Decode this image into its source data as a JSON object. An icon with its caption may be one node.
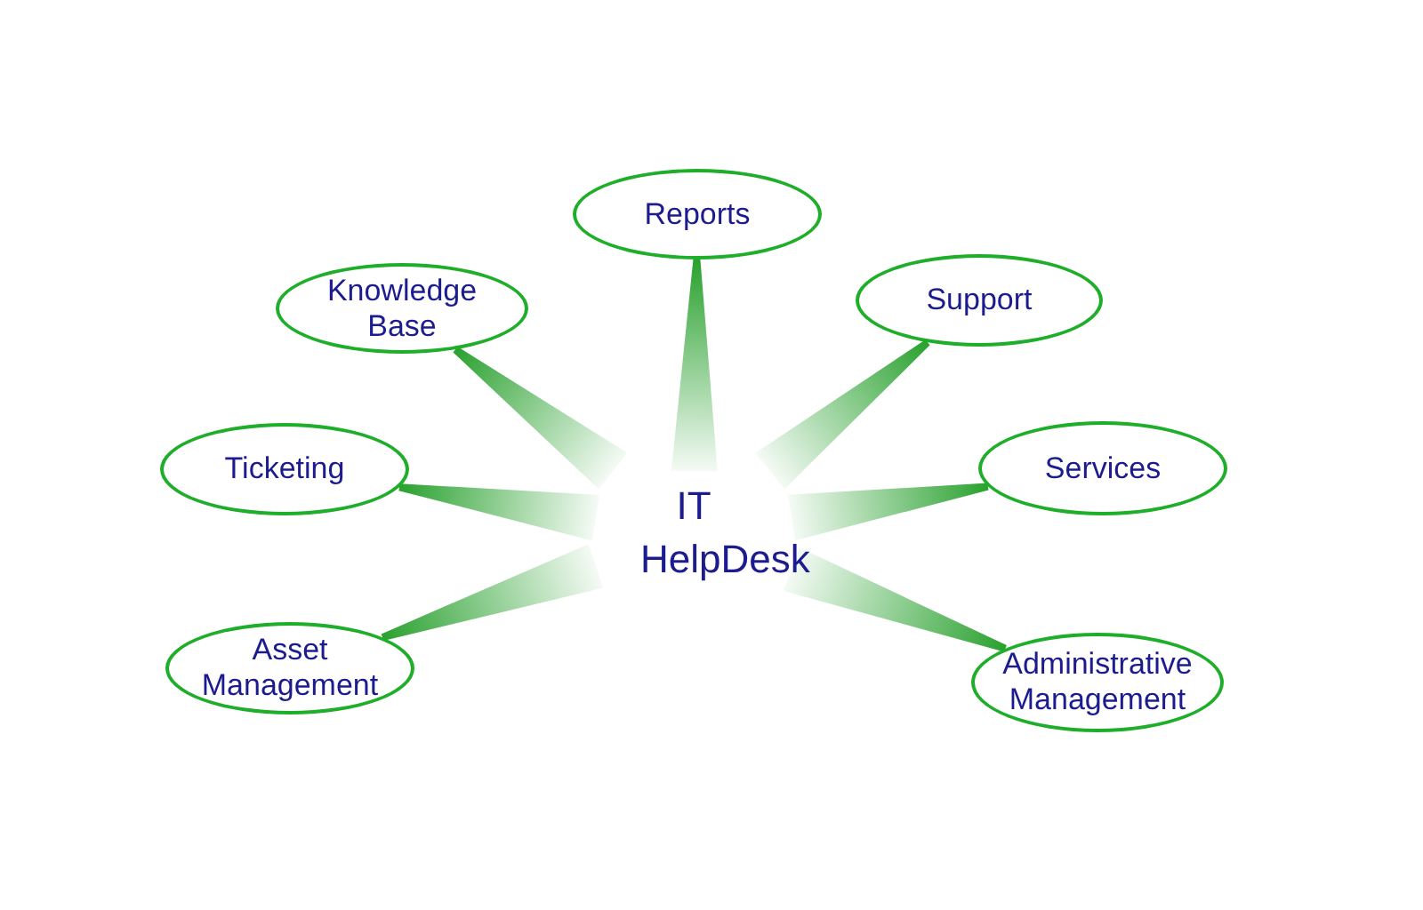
{
  "diagram": {
    "nodes": [
      {
        "text": [
          "IT HelpDesk"
        ]
      },
      {
        "text": [
          "Reports"
        ]
      },
      {
        "text": [
          "Knowledge Base"
        ]
      },
      {
        "text": [
          "Support"
        ]
      },
      {
        "text": [
          "Ticketing"
        ]
      },
      {
        "text": [
          "Services"
        ]
      },
      {
        "text": [
          "Asset Management"
        ]
      },
      {
        "text": [
          "Administrative Management"
        ]
      }
    ],
    "edges": [
      {
        "from": 0,
        "to": 1,
        "arrow": "none"
      },
      {
        "from": 0,
        "to": 2,
        "arrow": "none"
      },
      {
        "from": 0,
        "to": 3,
        "arrow": "none"
      },
      {
        "from": 0,
        "to": 4,
        "arrow": "none"
      },
      {
        "from": 0,
        "to": 5,
        "arrow": "none"
      },
      {
        "from": 0,
        "to": 6,
        "arrow": "none"
      },
      {
        "from": 0,
        "to": 7,
        "arrow": "none"
      }
    ]
  }
}
